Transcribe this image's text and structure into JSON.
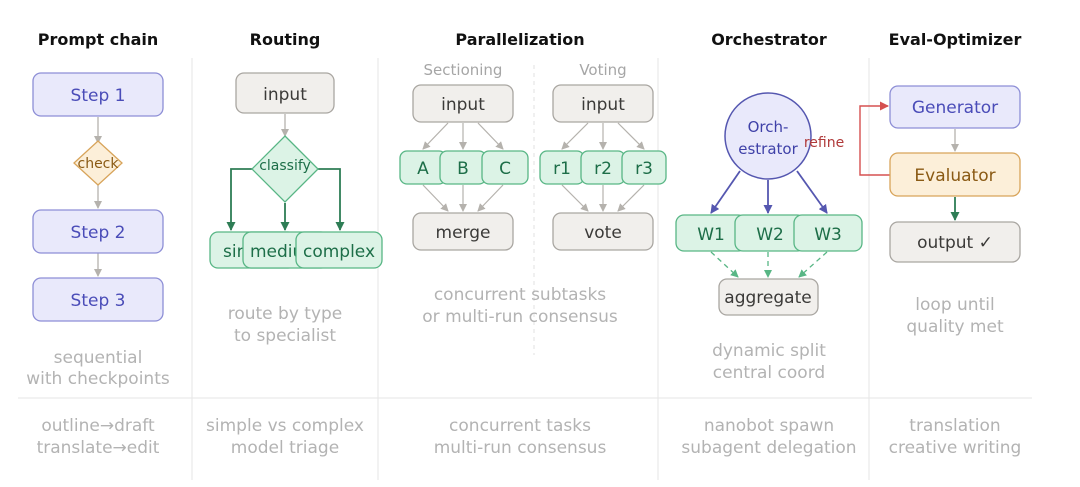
{
  "colors": {
    "purple_fill": "#e9e9fb",
    "purple_stroke": "#8d8ed6",
    "purple_text": "#4a4cb8",
    "green_fill": "#dcf3e6",
    "green_stroke": "#58b685",
    "green_text": "#1d6e48",
    "gray_fill": "#f1efec",
    "gray_stroke": "#a9a6a1",
    "gray_text": "#3b3a38",
    "orange_fill": "#fcefd9",
    "orange_stroke": "#d8a45a",
    "orange_text": "#8a5a14",
    "red": "#d55050",
    "note": "#b3b3b3"
  },
  "columns": {
    "prompt_chain": {
      "title": "Prompt chain",
      "step1": "Step 1",
      "check": "check",
      "step2": "Step 2",
      "step3": "Step 3",
      "caption": [
        "sequential",
        "with checkpoints"
      ],
      "examples": [
        "outline→draft",
        "translate→edit"
      ]
    },
    "routing": {
      "title": "Routing",
      "input": "input",
      "classify": "classify",
      "routes": [
        "simple",
        "medium",
        "complex"
      ],
      "caption": [
        "route by type",
        "to specialist"
      ],
      "examples": [
        "simple vs complex",
        "model triage"
      ]
    },
    "parallelization": {
      "title": "Parallelization",
      "sectioning": {
        "label": "Sectioning",
        "input": "input",
        "tasks": [
          "A",
          "B",
          "C"
        ],
        "merge": "merge"
      },
      "voting": {
        "label": "Voting",
        "input": "input",
        "runs": [
          "r1",
          "r2",
          "r3"
        ],
        "vote": "vote"
      },
      "caption": [
        "concurrent subtasks",
        "or multi-run consensus"
      ],
      "examples": [
        "concurrent tasks",
        "multi-run consensus"
      ]
    },
    "orchestrator": {
      "title": "Orchestrator",
      "node": [
        "Orch-",
        "estrator"
      ],
      "workers": [
        "W1",
        "W2",
        "W3"
      ],
      "aggregate": "aggregate",
      "caption": [
        "dynamic split",
        "central coord"
      ],
      "examples": [
        "nanobot spawn",
        "subagent delegation"
      ]
    },
    "eval_optimizer": {
      "title": "Eval-Optimizer",
      "generator": "Generator",
      "evaluator": "Evaluator",
      "refine": "refine",
      "output": "output ✓",
      "caption": [
        "loop until",
        "quality met"
      ],
      "examples": [
        "translation",
        "creative writing"
      ]
    }
  }
}
